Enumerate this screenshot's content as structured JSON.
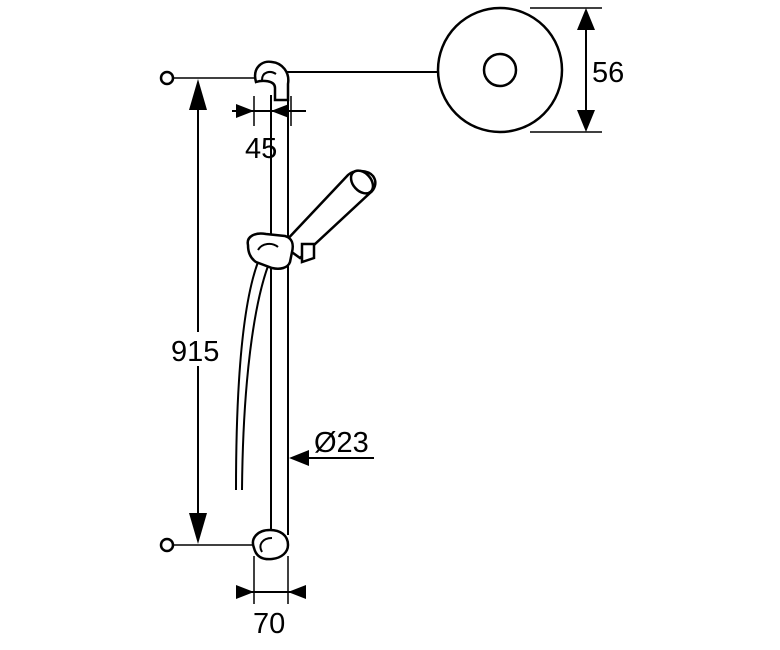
{
  "dimensions": {
    "rosette_diameter": "56",
    "bracket_width": "45",
    "rail_length": "915",
    "rail_diameter": "Ø23",
    "wall_projection": "70"
  }
}
